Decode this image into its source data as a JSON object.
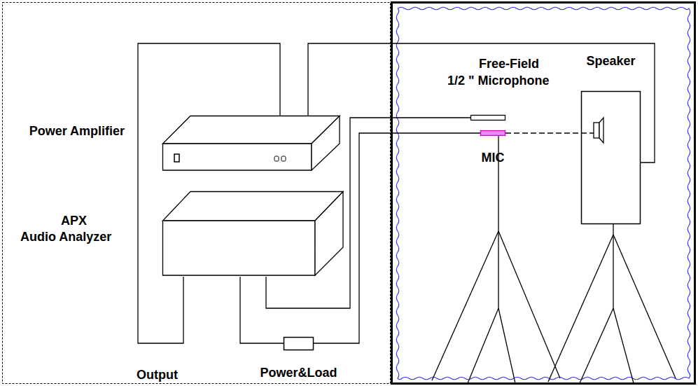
{
  "diagram": {
    "nodes": [
      {
        "text": [
          "Power Amplifier"
        ]
      },
      {
        "text": [
          "APX Audio Analyzer"
        ]
      },
      {
        "text": [
          "Free-Field 1/2 \" Microphone"
        ]
      },
      {
        "text": [
          "MIC"
        ]
      },
      {
        "text": [
          "Speaker"
        ]
      },
      {
        "text": [
          "Power&Load"
        ]
      }
    ],
    "edges": [
      {
        "from": 1,
        "to": 0,
        "arrow": "none"
      },
      {
        "from": 0,
        "to": 4,
        "arrow": "none"
      },
      {
        "from": 1,
        "to": 2,
        "arrow": "none"
      },
      {
        "from": 1,
        "to": 5,
        "arrow": "none"
      },
      {
        "from": 5,
        "to": 3,
        "arrow": "none"
      },
      {
        "from": 3,
        "to": 4,
        "arrow": "none"
      }
    ],
    "labels": [
      "Output"
    ]
  }
}
